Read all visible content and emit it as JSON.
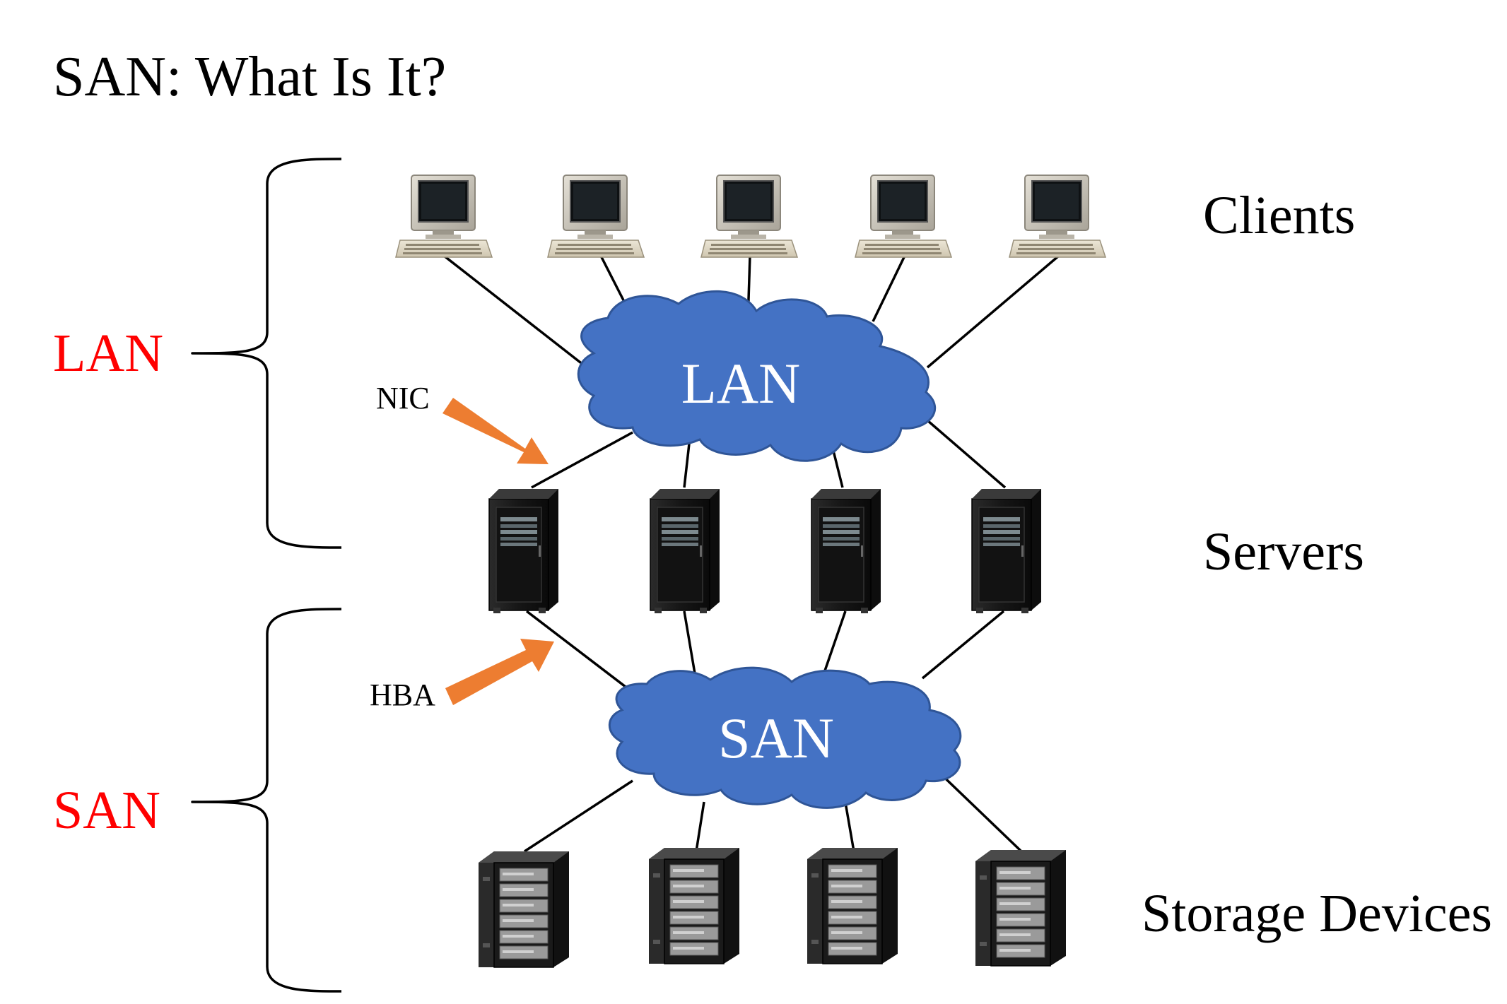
{
  "title": "SAN: What Is It?",
  "layers": {
    "clients": "Clients",
    "servers": "Servers",
    "storage": "Storage Devices"
  },
  "braces": {
    "lan": "LAN",
    "san": "SAN"
  },
  "clouds": {
    "lan": "LAN",
    "san": "SAN"
  },
  "arrows": {
    "nic": "NIC",
    "hba": "HBA"
  },
  "colors": {
    "brace_label": "#ff0000",
    "cloud_fill": "#4472c4",
    "cloud_stroke": "#2f5597",
    "arrow_fill": "#ed7d31"
  },
  "icons": {
    "client": "desktop-computer-icon",
    "server": "server-rack-icon",
    "storage": "storage-array-icon"
  },
  "counts": {
    "clients": 5,
    "servers": 4,
    "storage_devices": 4
  }
}
